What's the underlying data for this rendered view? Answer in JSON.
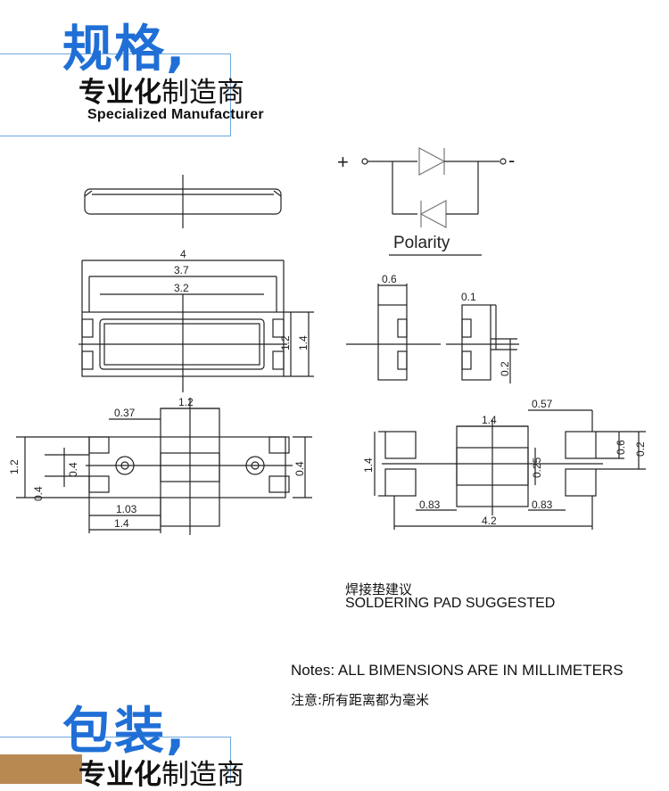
{
  "header_top": {
    "title": "规格,",
    "subtitle_bold": "专业化",
    "subtitle_rest": "制造商",
    "subtitle_en": "Specialized Manufacturer",
    "accent_color": "#1f6fd6"
  },
  "drawing": {
    "polarity_label": "Polarity",
    "plus": "+",
    "minus": "-",
    "dims": {
      "top_4": "4",
      "top_37": "3.7",
      "top_32": "3.2",
      "side_12": "1.2",
      "side_14": "1.4",
      "end_06": "0.6",
      "end_01": "0.1",
      "end_02": "0.2",
      "bottom_037": "0.37",
      "bottom_12top": "1.2",
      "bottom_12left": "1.2",
      "bottom_04a": "0.4",
      "bottom_04b": "0.4",
      "bottom_04c": "0.4",
      "bottom_103": "1.03",
      "bottom_14": "1.4",
      "pad_14": "1.4",
      "pad_057": "0.57",
      "pad_14left": "1.4",
      "pad_025": "0.25",
      "pad_06": "0.6",
      "pad_02": "0.2",
      "pad_083a": "0.83",
      "pad_083b": "0.83",
      "pad_42": "4.2"
    },
    "solder_cn": "焊接垫建议",
    "solder_en": "SOLDERING PAD SUGGESTED"
  },
  "notes": {
    "en": "Notes: ALL BIMENSIONS ARE IN MILLIMETERS",
    "cn": "注意:所有距离都为毫米"
  },
  "header_bottom": {
    "title": "包装,",
    "subtitle_bold": "专业化",
    "subtitle_rest": "制造商"
  }
}
